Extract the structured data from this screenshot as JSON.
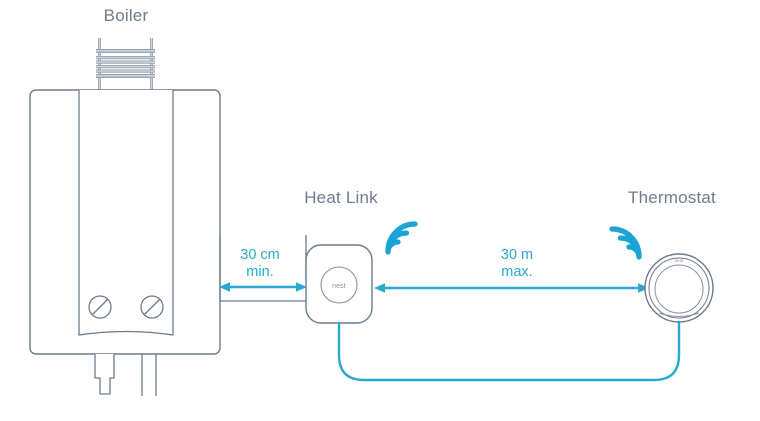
{
  "diagram": {
    "title_boiler": "Boiler",
    "title_heatlink": "Heat Link",
    "title_thermostat": "Thermostat",
    "colors": {
      "outline": "#6e7b8b",
      "accent": "#29a9d0",
      "label_text": "#6e7b8b",
      "measure_text": "#29a9d0",
      "background": "#ffffff"
    },
    "measurements": [
      {
        "id": "boiler-to-heatlink",
        "value_line1": "30 cm",
        "value_line2": "min.",
        "amount": 30,
        "unit": "cm",
        "qualifier": "min."
      },
      {
        "id": "heatlink-to-thermostat",
        "value_line1": "30 m",
        "value_line2": "max.",
        "amount": 30,
        "unit": "m",
        "qualifier": "max."
      }
    ],
    "devices": [
      {
        "id": "boiler",
        "label": "Boiler",
        "brand_mark": null
      },
      {
        "id": "heat-link",
        "label": "Heat Link",
        "brand_mark": "nest"
      },
      {
        "id": "thermostat",
        "label": "Thermostat",
        "brand_mark": "nest"
      }
    ],
    "icons": [
      {
        "id": "heatlink-wifi",
        "name": "wifi-signal-icon",
        "direction": "up-right",
        "arcs": 3
      },
      {
        "id": "thermostat-wifi",
        "name": "wifi-signal-icon",
        "direction": "up-left",
        "arcs": 3
      }
    ],
    "connections": [
      {
        "id": "boiler-pipe",
        "name": "boiler-to-heatlink-pipe",
        "style": "solid-gray"
      },
      {
        "id": "heatlink-thermostat-cable",
        "name": "heatlink-to-thermostat-cable",
        "style": "solid-cyan"
      }
    ]
  }
}
